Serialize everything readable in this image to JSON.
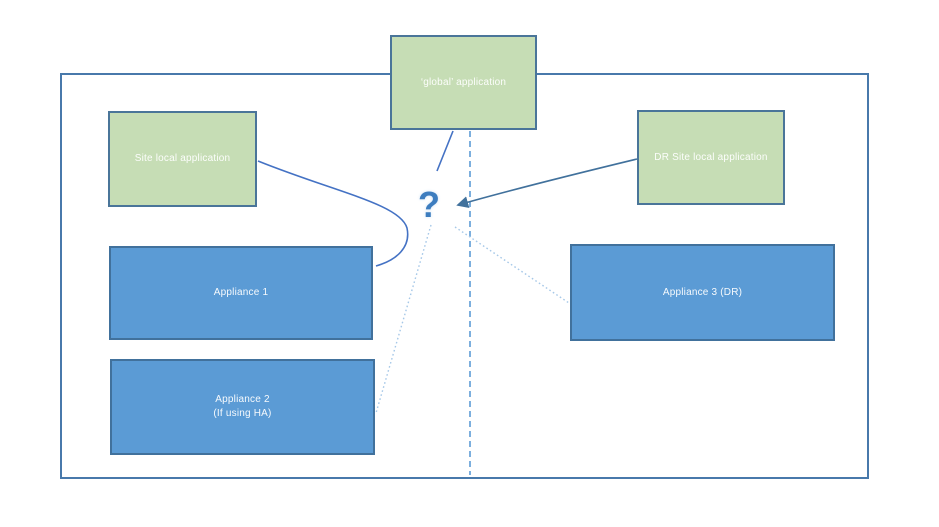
{
  "diagram": {
    "nodes": [
      {
        "id": "global-application",
        "label": "‘global’ application",
        "type": "application",
        "fill": "#c6ddb5",
        "border": "#4a7599"
      },
      {
        "id": "site-local-application",
        "label": "Site local application",
        "type": "application",
        "fill": "#c6ddb5",
        "border": "#4a7599"
      },
      {
        "id": "dr-site-local-application",
        "label": "DR Site local application",
        "type": "application",
        "fill": "#c6ddb5",
        "border": "#4a7599"
      },
      {
        "id": "appliance-1",
        "label": "Appliance 1",
        "type": "appliance",
        "fill": "#5b9bd5",
        "border": "#41719c"
      },
      {
        "id": "appliance-2",
        "label": "Appliance 2",
        "sublabel": "(If using HA)",
        "type": "appliance",
        "fill": "#5b9bd5",
        "border": "#41719c"
      },
      {
        "id": "appliance-3",
        "label": "Appliance 3 (DR)",
        "type": "appliance",
        "fill": "#5b9bd5",
        "border": "#41719c"
      }
    ],
    "question_mark": {
      "symbol": "?",
      "color": "#3d7dbf"
    },
    "connectors": [
      {
        "from": "global-application",
        "to": "question-mark",
        "style": "solid"
      },
      {
        "from": "site-local-application",
        "to": "appliance-1",
        "style": "solid-curve"
      },
      {
        "from": "dr-site-local-application",
        "to": "question-mark",
        "style": "solid-arrow"
      },
      {
        "from": "question-mark",
        "to": "appliance-2",
        "style": "dotted"
      },
      {
        "from": "question-mark",
        "to": "appliance-3",
        "style": "dotted"
      },
      {
        "from": "global-application",
        "to": "frame-bottom",
        "style": "dashed-vertical"
      }
    ],
    "colors": {
      "application_fill": "#c6ddb5",
      "appliance_fill": "#5b9bd5",
      "box_border": "#41719c",
      "frame_border": "#4879ab",
      "solid_connector": "#4472c4",
      "dashed_connector": "#5b9bd5",
      "dotted_connector": "#a6c8e8",
      "question_mark": "#3d7dbf",
      "label_text": "#ffffff"
    }
  }
}
